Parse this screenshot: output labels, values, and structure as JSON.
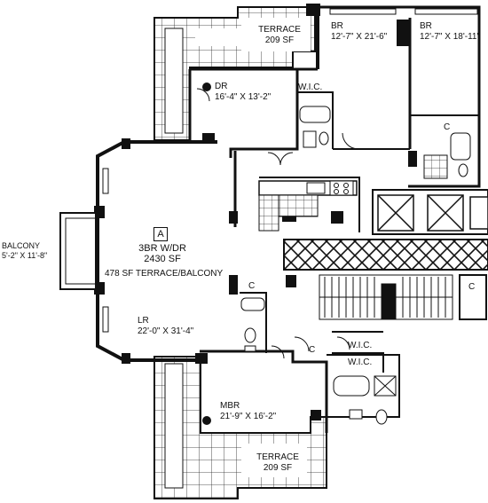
{
  "floorplan": {
    "unit_letter": "A",
    "unit_type": "3BR W/DR",
    "area": "2430 SF",
    "outdoor_area": "478 SF TERRACE/BALCONY",
    "rooms": {
      "terrace_top": {
        "name": "TERRACE",
        "area": "209 SF"
      },
      "terrace_bottom": {
        "name": "TERRACE",
        "area": "209 SF"
      },
      "dining_room": {
        "name": "DR",
        "dims": "16'-4\" X 13'-2\""
      },
      "bedroom_1": {
        "name": "BR",
        "dims": "12'-7\" X 21'-6\""
      },
      "bedroom_2": {
        "name": "BR",
        "dims": "12'-7\" X 18'-11\""
      },
      "living_room": {
        "name": "LR",
        "dims": "22'-0\" X 31'-4\""
      },
      "master_bedroom": {
        "name": "MBR",
        "dims": "21'-9\" X 16'-2\""
      },
      "balcony": {
        "name": "BALCONY",
        "dims": "5'-2\" X 11'-8\""
      }
    },
    "closets": {
      "wic_top": "W.I.C.",
      "wic_mid": "W.I.C.",
      "wic_low": "W.I.C.",
      "closet_br": "C",
      "closet_lr": "C",
      "closet_hall": "C",
      "closet_core": "C"
    }
  }
}
